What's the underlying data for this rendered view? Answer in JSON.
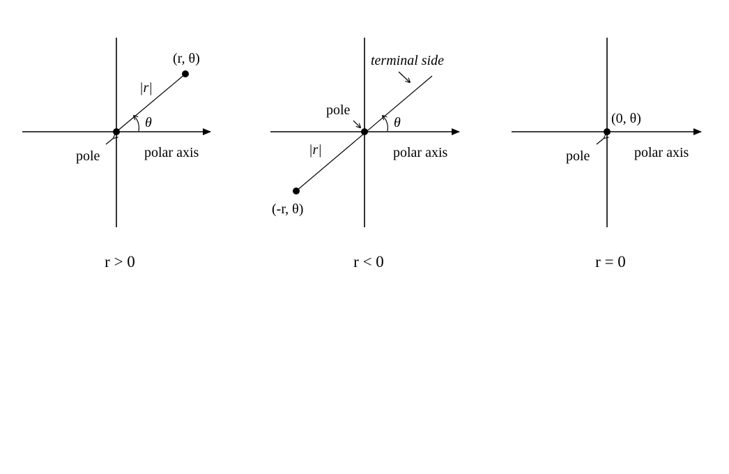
{
  "panels": [
    {
      "caption": "r > 0",
      "point_label": "(r, θ)",
      "radius_label": "|r|",
      "angle_label": "θ",
      "pole_label": "pole",
      "axis_label": "polar axis"
    },
    {
      "caption": "r < 0",
      "point_label": "(-r, θ)",
      "radius_label": "|r|",
      "angle_label": "θ",
      "pole_label": "pole",
      "axis_label": "polar axis",
      "terminal_label": "terminal side"
    },
    {
      "caption": "r = 0",
      "point_label": "(0, θ)",
      "pole_label": "pole",
      "axis_label": "polar axis"
    }
  ],
  "colors": {
    "ink": "#000000",
    "background": "#ffffff"
  }
}
